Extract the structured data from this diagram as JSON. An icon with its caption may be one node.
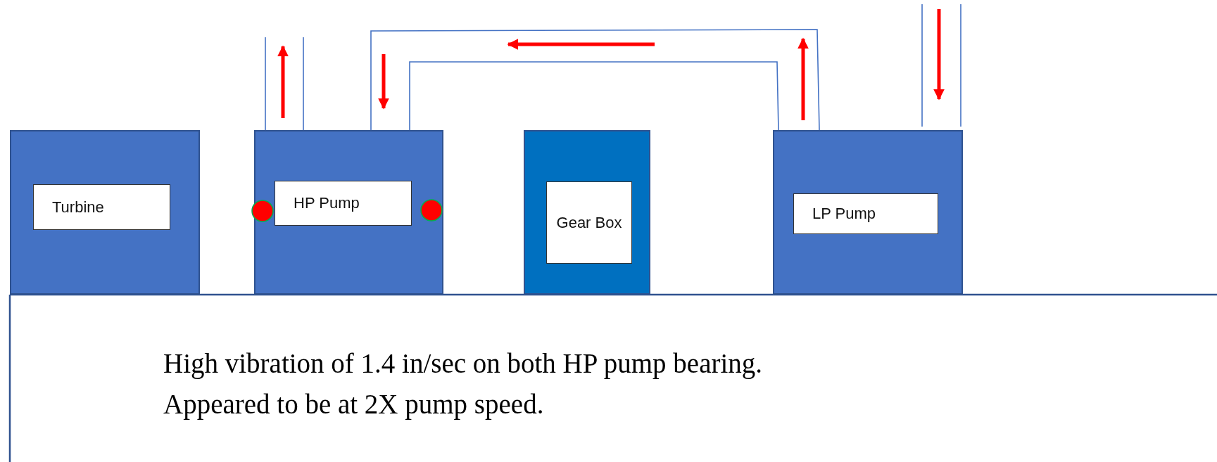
{
  "diagram": {
    "nodes": [
      {
        "text": [],
        "shape": "box"
      },
      {
        "text": [
          "Turbine"
        ],
        "in": 0
      },
      {
        "text": [],
        "shape": "box"
      },
      {
        "text": [
          "HP Pump"
        ],
        "in": 2
      },
      {
        "text": [],
        "shape": "box"
      },
      {
        "text": [
          "Gear Box"
        ],
        "in": 4
      },
      {
        "text": [],
        "shape": "box"
      },
      {
        "text": [
          "LP Pump"
        ],
        "in": 6
      }
    ],
    "edges": [
      {
        "from": 2,
        "to": 6,
        "arrow": "none"
      }
    ],
    "labels": [
      "High vibration of 1.4 in/sec on both HP pump bearing.",
      "Appeared to be at 2X pump speed."
    ]
  }
}
